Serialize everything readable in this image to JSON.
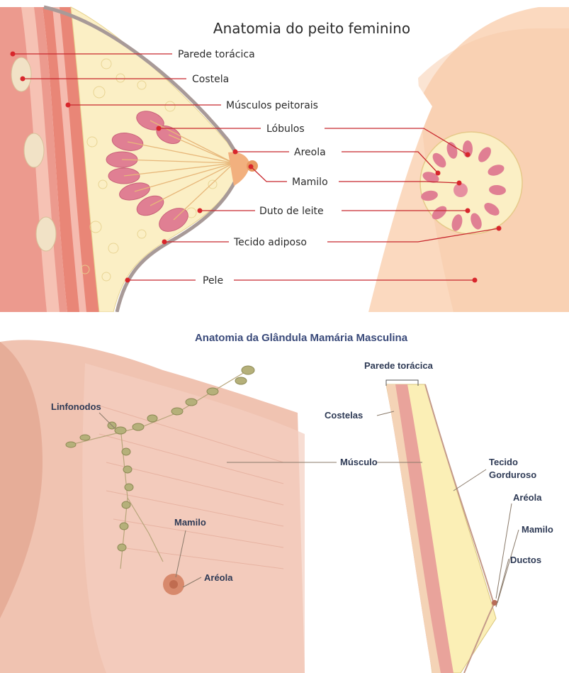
{
  "female": {
    "title": "Anatomia do peito feminino",
    "labels": {
      "chest_wall": "Parede torácica",
      "rib": "Costela",
      "pectoral_muscles": "Músculos peitorais",
      "lobules": "Lóbulos",
      "areola": "Areola",
      "nipple": "Mamilo",
      "milk_duct": "Duto de leite",
      "fat_tissue": "Tecido adiposo",
      "skin": "Pele"
    }
  },
  "male": {
    "title": "Anatomia da Glândula Mamária Masculina",
    "labels": {
      "lymph_nodes": "Linfonodos",
      "chest_wall": "Parede torácica",
      "ribs": "Costelas",
      "muscle": "Músculo",
      "fatty_tissue_1": "Tecido",
      "fatty_tissue_2": "Gorduroso",
      "nipple_left": "Mamilo",
      "areola_left": "Aréola",
      "areola_right": "Aréola",
      "nipple_right": "Mamilo",
      "ducts": "Ductos"
    }
  },
  "colors": {
    "skin": "#fbd9bf",
    "fat": "#fbefc5",
    "muscle": "#e9a39b",
    "lobule": "#e07f93",
    "leader": "#c8282e"
  }
}
